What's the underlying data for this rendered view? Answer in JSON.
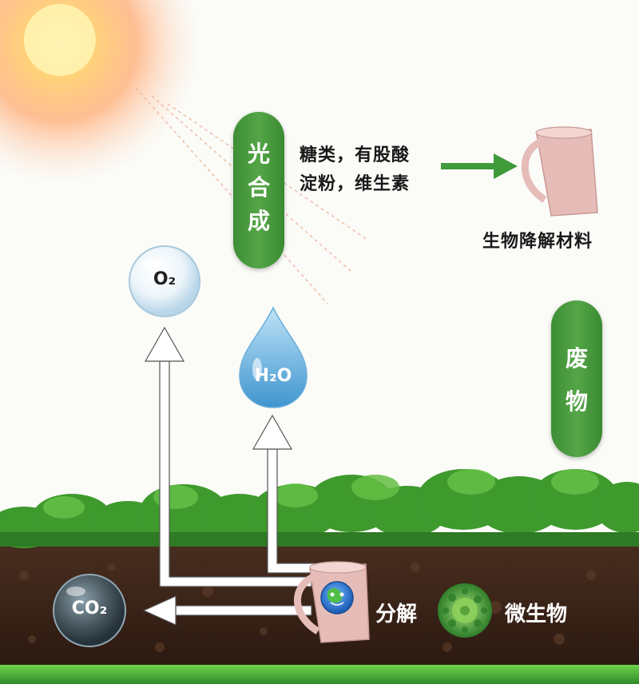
{
  "photosynthesis_label": [
    "光",
    "合",
    "成"
  ],
  "products": {
    "line1": "糖类，有股酸",
    "line2": "淀粉，维生素"
  },
  "bio_material_label": "生物降解材料",
  "waste_label": [
    "废",
    "物"
  ],
  "oxygen_label": "O₂",
  "water_label": "H₂O",
  "co2_label": "CO₂",
  "decompose_label": "分解",
  "microbe_label": "微生物",
  "colors": {
    "pill_green": "#4a9a3f",
    "arrow_green": "#3f9a3a",
    "cup_pink": "#e6bcb8",
    "soil": "#3b2418",
    "foliage": "#3f9a2e"
  }
}
